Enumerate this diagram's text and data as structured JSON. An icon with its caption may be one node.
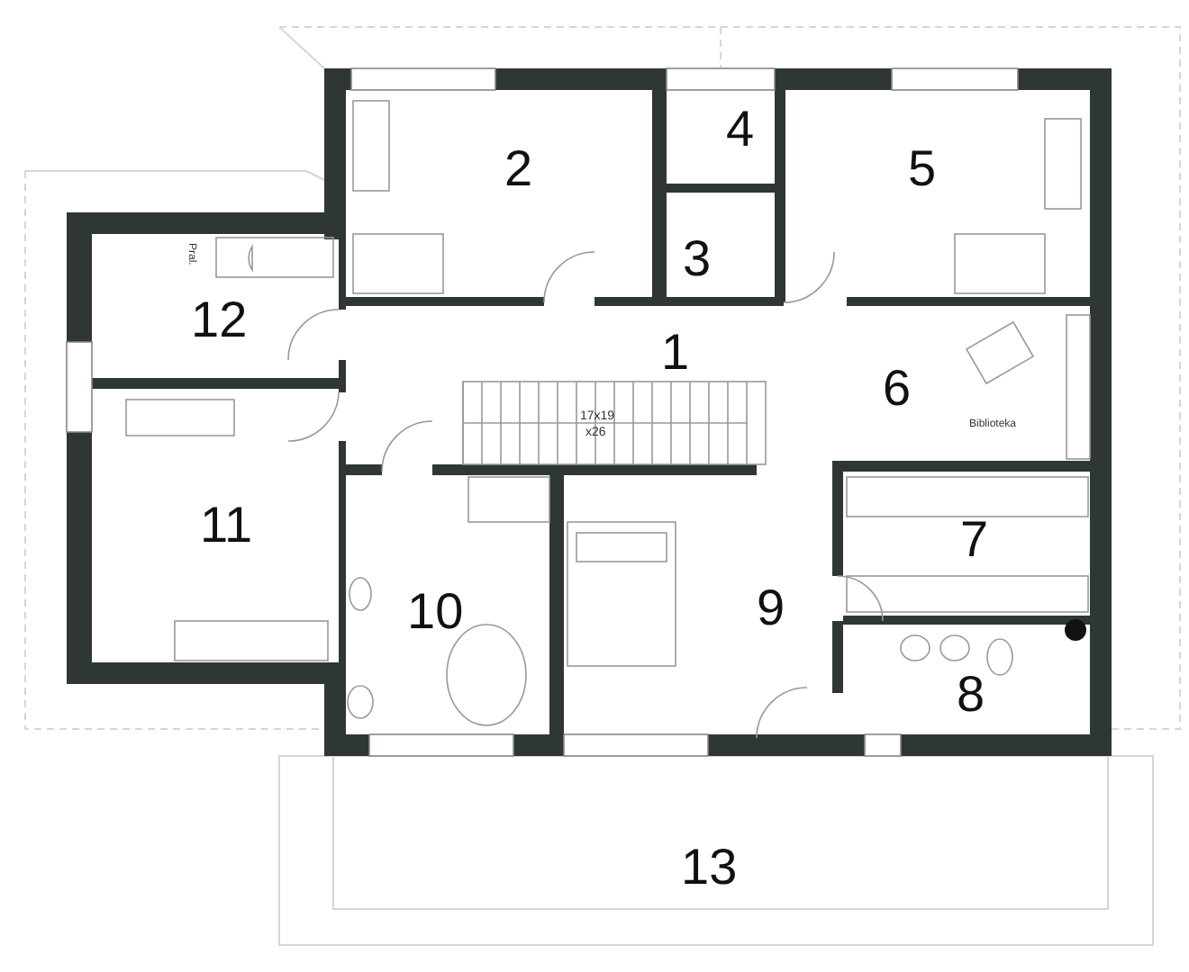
{
  "diagram": {
    "nodes": [
      {
        "text": [
          "1"
        ]
      },
      {
        "text": [
          "2"
        ]
      },
      {
        "text": [
          "3"
        ]
      },
      {
        "text": [
          "4"
        ]
      },
      {
        "text": [
          "5"
        ]
      },
      {
        "text": [
          "6"
        ]
      },
      {
        "text": [
          "7"
        ]
      },
      {
        "text": [
          "8"
        ]
      },
      {
        "text": [
          "9"
        ]
      },
      {
        "text": [
          "10"
        ]
      },
      {
        "text": [
          "11"
        ]
      },
      {
        "text": [
          "12"
        ]
      },
      {
        "text": [
          "13"
        ]
      }
    ],
    "labels": [
      "Pral.",
      "17x19",
      "x26",
      "Biblioteka"
    ]
  }
}
